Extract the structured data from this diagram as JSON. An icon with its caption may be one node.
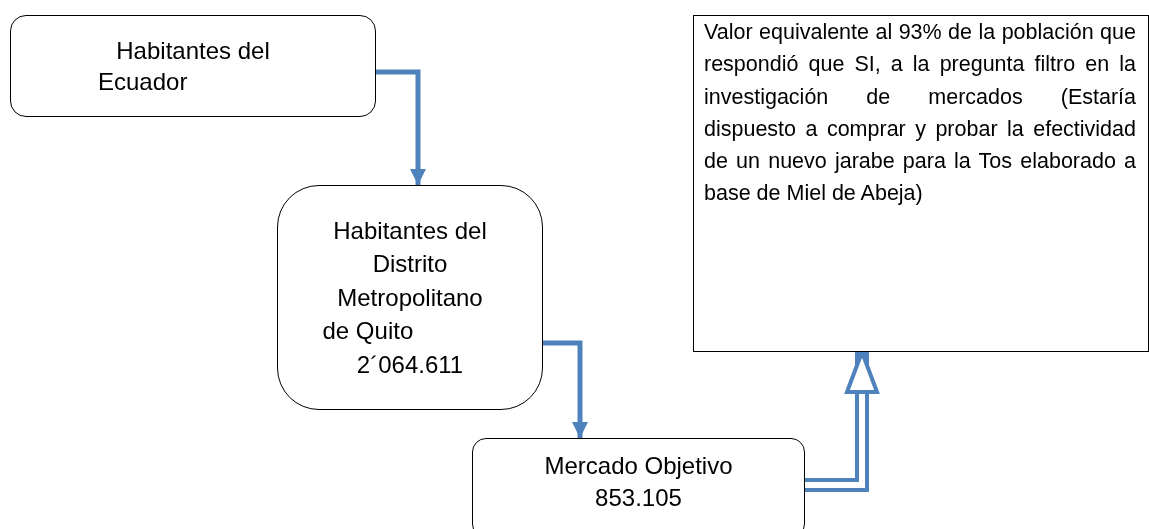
{
  "diagram": {
    "nodes": [
      {
        "text": [
          "Habitantes del Ecuador"
        ]
      },
      {
        "text": [
          "Habitantes del Distrito Metropolitano de Quito",
          "2´064.611"
        ]
      },
      {
        "text": [
          "Mercado Objetivo",
          "853.105"
        ]
      },
      {
        "text": [
          "Valor equivalente al 93% de la población que respondió que SI, a la pregunta filtro en la investigación de mercados (Estaría dispuesto a comprar y probar la efectividad de un nuevo jarabe para la Tos elaborado a base de Miel de Abeja)"
        ]
      }
    ],
    "edges": [
      {
        "from": 0,
        "to": 1,
        "arrow": "to"
      },
      {
        "from": 1,
        "to": 2,
        "arrow": "to"
      },
      {
        "from": 2,
        "to": 3,
        "arrow": "to",
        "style": "thick"
      }
    ]
  }
}
